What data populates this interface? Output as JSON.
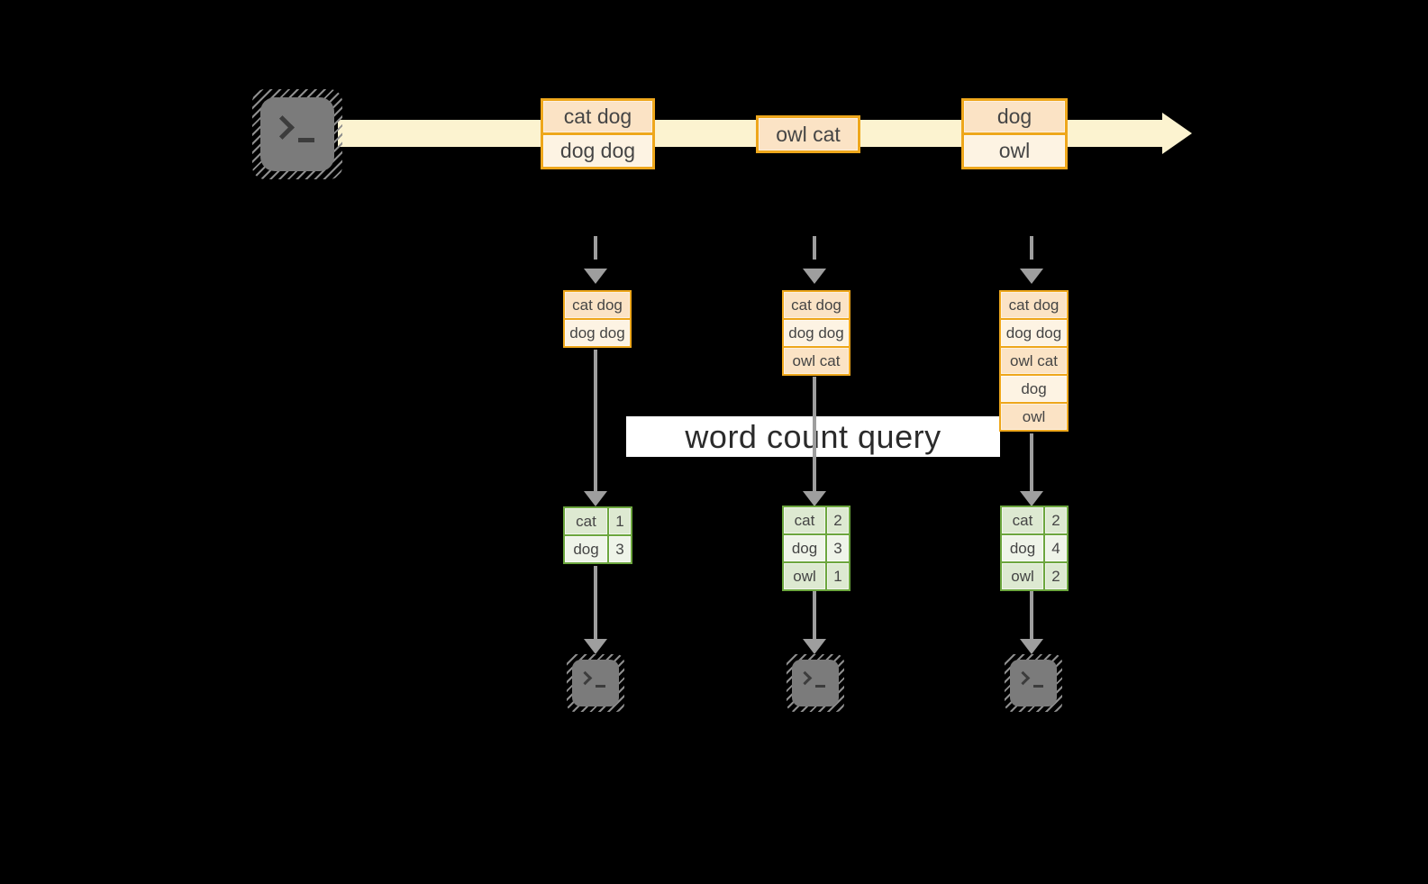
{
  "banner": {
    "label": "word count query"
  },
  "stream": {
    "source_icon": "terminal-icon",
    "boxes": [
      {
        "cells": [
          "cat dog",
          "dog dog"
        ]
      },
      {
        "cells": [
          "owl cat"
        ]
      },
      {
        "cells": [
          "dog",
          "owl"
        ]
      }
    ]
  },
  "columns": [
    {
      "micro_batch": {
        "cells": [
          "cat dog",
          "dog dog"
        ]
      },
      "word_counts": {
        "rows": [
          [
            "cat",
            "1"
          ],
          [
            "dog",
            "3"
          ]
        ]
      },
      "sink_icon": "terminal-icon"
    },
    {
      "micro_batch": {
        "cells": [
          "cat dog",
          "dog dog",
          "owl cat"
        ]
      },
      "word_counts": {
        "rows": [
          [
            "cat",
            "2"
          ],
          [
            "dog",
            "3"
          ],
          [
            "owl",
            "1"
          ]
        ]
      },
      "sink_icon": "terminal-icon"
    },
    {
      "micro_batch": {
        "cells": [
          "cat dog",
          "dog dog",
          "owl cat",
          "dog",
          "owl"
        ]
      },
      "word_counts": {
        "rows": [
          [
            "cat",
            "2"
          ],
          [
            "dog",
            "4"
          ],
          [
            "owl",
            "2"
          ]
        ]
      },
      "sink_icon": "terminal-icon"
    }
  ],
  "colors": {
    "background": "#000000",
    "stream_fill": "#fcf3d0",
    "batch_border": "#eea71c",
    "batch_fill_dark": "#fbe3c5",
    "batch_fill_light": "#fdf3e3",
    "table_border": "#6ca63e",
    "table_fill_dark": "#dde9d1",
    "table_fill_light": "#eff4e9",
    "arrow_gray": "#9e9e9e",
    "terminal_gray": "#7b7b7b",
    "banner_bg": "#ffffff",
    "text": "#454545"
  }
}
